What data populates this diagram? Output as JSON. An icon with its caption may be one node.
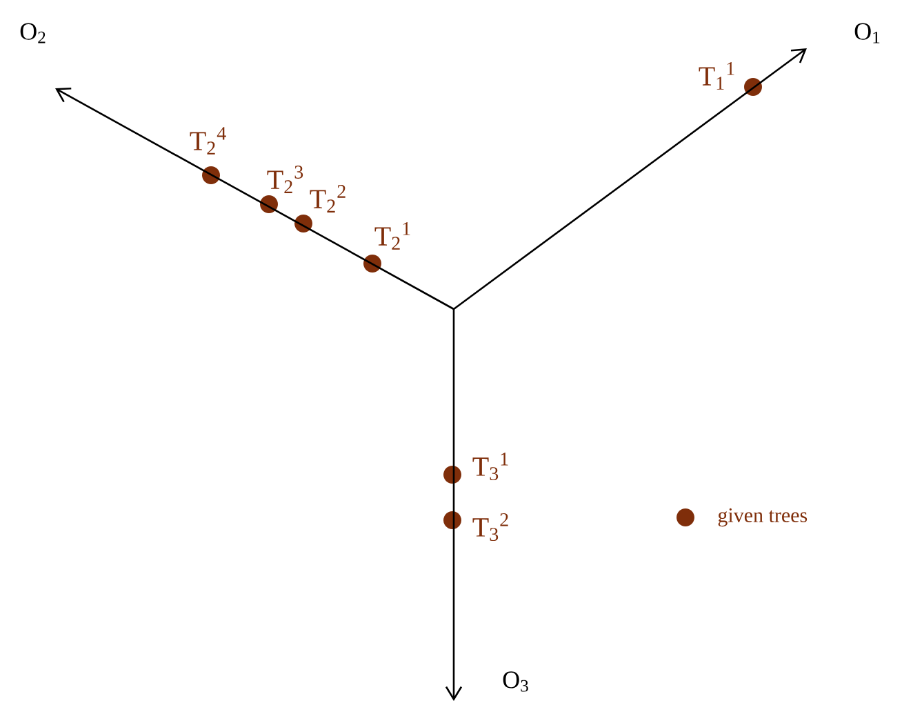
{
  "diagram": {
    "nodes": [
      {
        "text": [
          "O$_{2}$"
        ]
      },
      {
        "text": [
          "O$_{1}$"
        ]
      },
      {
        "text": [
          "O$_{3}$"
        ]
      },
      {
        "text": [],
        "shape": "circle",
        "beside": [
          "T$_{1}$$^{1}$"
        ]
      },
      {
        "text": [],
        "shape": "circle",
        "beside": [
          "T$_{2}$$^{4}$"
        ]
      },
      {
        "text": [],
        "shape": "circle",
        "beside": [
          "T$_{2}$$^{3}$"
        ]
      },
      {
        "text": [],
        "shape": "circle",
        "beside": [
          "T$_{2}$$^{2}$"
        ]
      },
      {
        "text": [],
        "shape": "circle",
        "beside": [
          "T$_{2}$$^{1}$"
        ]
      },
      {
        "text": [],
        "shape": "circle",
        "beside": [
          "T$_{3}$$^{1}$"
        ]
      },
      {
        "text": [],
        "shape": "circle",
        "beside": [
          "T$_{3}$$^{2}$"
        ]
      }
    ],
    "edges": [
      {
        "from": null,
        "to": 0,
        "arrow": "to"
      },
      {
        "from": null,
        "to": 1,
        "arrow": "to"
      },
      {
        "from": null,
        "to": 2,
        "arrow": "to"
      }
    ],
    "legend": [
      {
        "text": "given trees"
      }
    ]
  }
}
